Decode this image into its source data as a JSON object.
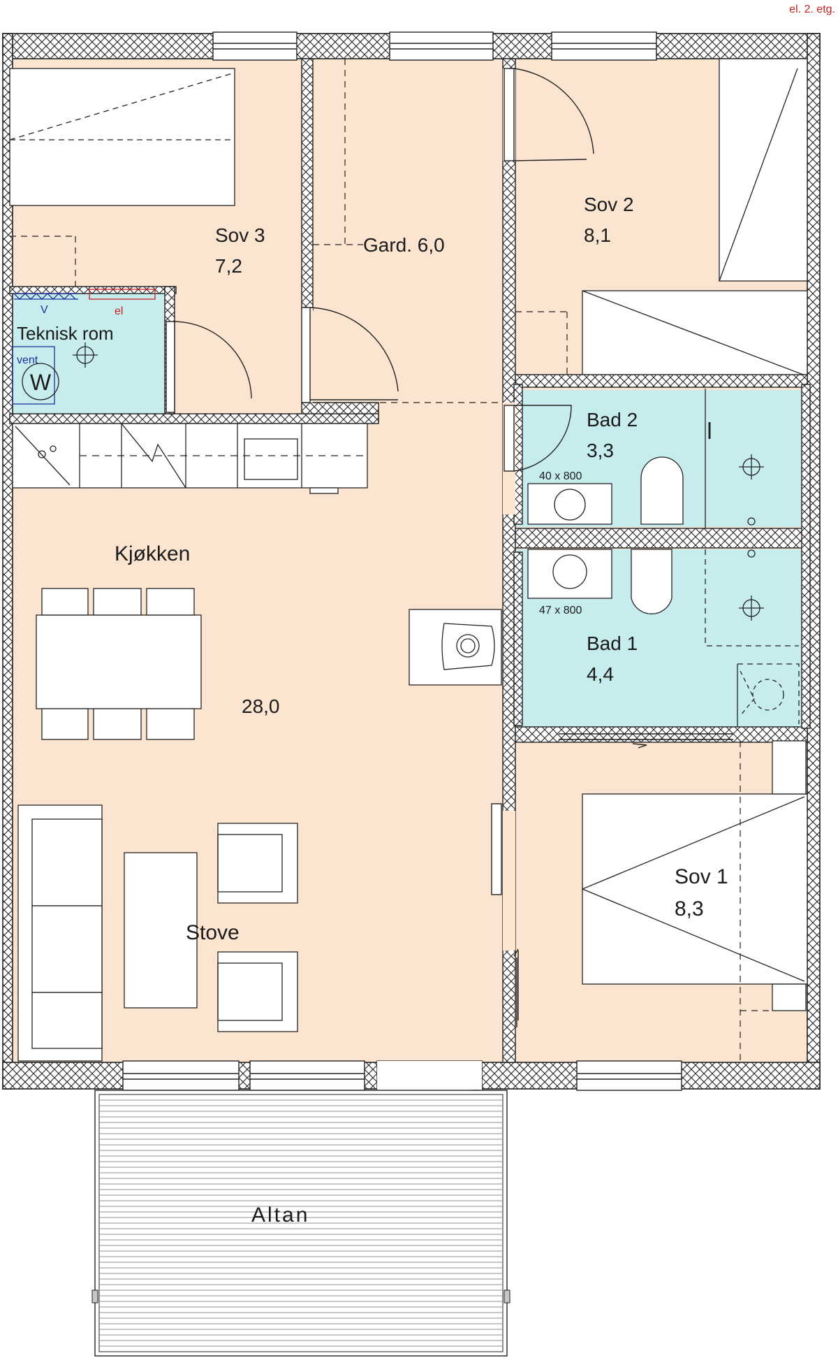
{
  "header": {
    "floor": "el. 2. etg."
  },
  "colors": {
    "room": "#fce5d0",
    "wet": "#c6eced",
    "wall": "#222222",
    "deck": "#d4d4d4",
    "header_text": "#cc1f1f",
    "marker_v": "#1e2f9a",
    "marker_el": "#cc1f1f"
  },
  "rooms": {
    "sov3": {
      "name": "Sov 3",
      "area": "7,2"
    },
    "gard": {
      "label": "Gard. 6,0"
    },
    "sov2": {
      "name": "Sov 2",
      "area": "8,1"
    },
    "teknisk": {
      "name": "Teknisk rom",
      "v_label": "V",
      "el_label": "el",
      "vent_label": "vent",
      "unit_symbol": "W"
    },
    "bad2": {
      "name": "Bad 2",
      "area": "3,3",
      "basin": "40 x 800"
    },
    "bad1": {
      "name": "Bad 1",
      "area": "4,4",
      "basin": "47 x 800"
    },
    "kjokken": {
      "name": "Kjøkken",
      "area": "28,0"
    },
    "stove": {
      "name": "Stove"
    },
    "sov1": {
      "name": "Sov 1",
      "area": "8,3"
    },
    "altan": {
      "name": "Altan"
    }
  }
}
